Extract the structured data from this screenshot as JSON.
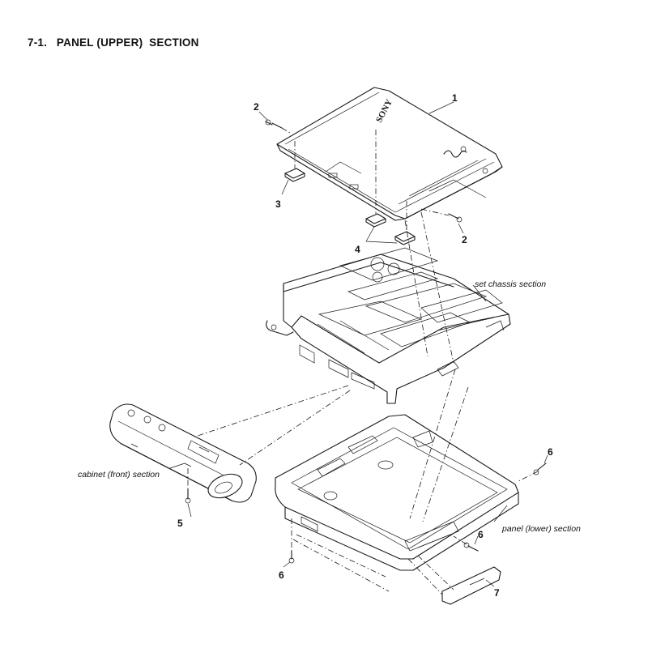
{
  "title": "7-1.   PANEL (UPPER)  SECTION",
  "callouts": {
    "c1": "1",
    "c2a": "2",
    "c2b": "2",
    "c3": "3",
    "c4": "4",
    "c5": "5",
    "c6a": "6",
    "c6b": "6",
    "c6c": "6",
    "c7": "7"
  },
  "sections": {
    "set_chassis": "set chassis section",
    "cabinet_front": "cabinet (front) section",
    "panel_lower": "panel (lower) section"
  },
  "logo_text": "SONY"
}
